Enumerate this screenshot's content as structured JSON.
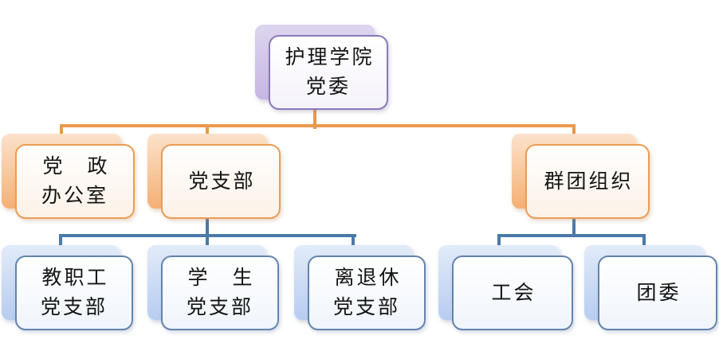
{
  "diagram": {
    "type": "org-chart",
    "root": {
      "label": "护理学院\n党委"
    },
    "level2": [
      {
        "label": "党　政\n办公室",
        "parent": "护理学院党委"
      },
      {
        "label": "党支部",
        "parent": "护理学院党委"
      },
      {
        "label": "群团组织",
        "parent": "护理学院党委"
      }
    ],
    "level3": [
      {
        "label": "教职工\n党支部",
        "parent": "党支部"
      },
      {
        "label": "学　生\n党支部",
        "parent": "党支部"
      },
      {
        "label": "离退休\n党支部",
        "parent": "党支部"
      },
      {
        "label": "工会",
        "parent": "群团组织"
      },
      {
        "label": "团委",
        "parent": "群团组织"
      }
    ],
    "colors": {
      "level1_accent": "#8A79B8",
      "level2_accent": "#EC9C55",
      "level3_accent": "#6384AD",
      "connector_level2": "#E9994B",
      "connector_level3": "#4A7AA8",
      "text": "#141414",
      "background": "#FFFFFF"
    }
  }
}
